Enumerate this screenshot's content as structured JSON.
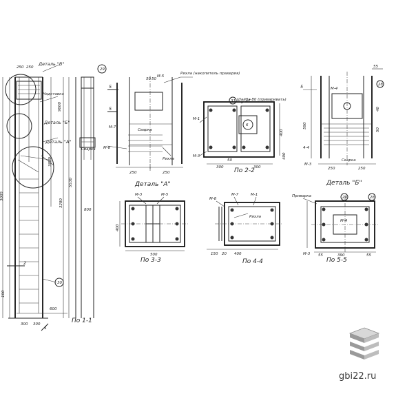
{
  "site_label": "gbi22.ru",
  "logo_icon": "stacked-slabs-icon",
  "views": {
    "column": {
      "title": "По 1-1",
      "labels": [
        "Деталь \"В\"",
        "Деталь \"А\"",
        "Деталь \"Б\"",
        "Надставка",
        "Сварка"
      ],
      "dims": [
        "250",
        "250",
        "300",
        "300",
        "3005",
        "9000",
        "3280",
        "5530",
        "3080",
        "800",
        "100",
        "600"
      ],
      "refs": [
        "29",
        "30",
        "2",
        "1"
      ]
    },
    "detail_a": {
      "title": "Деталь \"А\"",
      "labels": [
        "М-5",
        "Рихла (накопитель прахерия)",
        "М-7",
        "М-8",
        "Сварка",
        "Рихла"
      ],
      "dims": [
        "250",
        "250",
        "50",
        "50",
        "5",
        "5"
      ]
    },
    "section_22": {
      "title": "По 2-2",
      "labels": [
        "М-1",
        "М-3",
        "Шайба 80 (приваривать)"
      ],
      "dims": [
        "300",
        "300",
        "400",
        "50",
        "400"
      ],
      "refs": [
        "31",
        "6"
      ]
    },
    "detail_b": {
      "title": "Деталь \"Б\"",
      "labels": [
        "М-4",
        "М-3",
        "Сварка",
        "4-4"
      ],
      "dims": [
        "250",
        "250",
        "55",
        "590",
        "50",
        "40"
      ],
      "refs": [
        "28",
        "5"
      ]
    },
    "section_33": {
      "title": "По 3-3",
      "labels": [
        "М-3",
        "М-5"
      ],
      "dims": [
        "500",
        "400"
      ]
    },
    "section_44": {
      "title": "По 4-4",
      "labels": [
        "М-8",
        "М-7",
        "М-1",
        "Рихла"
      ],
      "dims": [
        "150",
        "400",
        "20"
      ]
    },
    "section_55": {
      "title": "По 5-5",
      "labels": [
        "Приварка",
        "М-4",
        "М-3"
      ],
      "dims": [
        "390",
        "55",
        "55"
      ],
      "refs": [
        "29",
        "28"
      ]
    }
  }
}
